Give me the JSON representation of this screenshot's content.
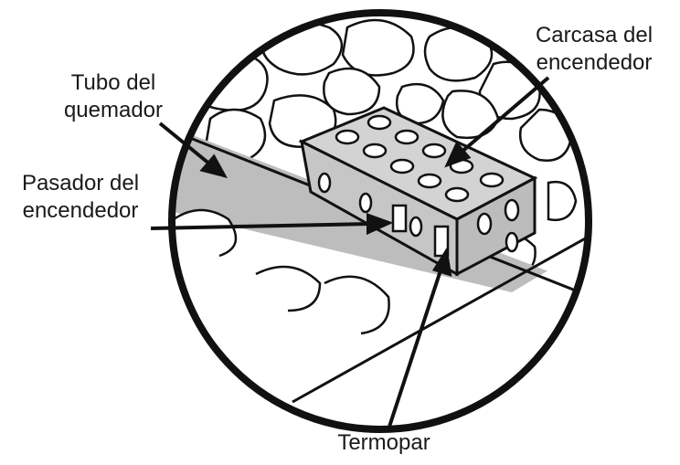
{
  "labels": {
    "burner_tube": [
      "Tubo del",
      "quemador"
    ],
    "igniter_pin": [
      "Pasador del",
      "encendedor"
    ],
    "igniter_housing": [
      "Carcasa del",
      "encendedor"
    ],
    "thermocouple": [
      "Termopar"
    ]
  },
  "colors": {
    "outline": "#111111",
    "burner": "#bdbdbd",
    "housing": "#cfcfcf",
    "background": "#ffffff"
  }
}
